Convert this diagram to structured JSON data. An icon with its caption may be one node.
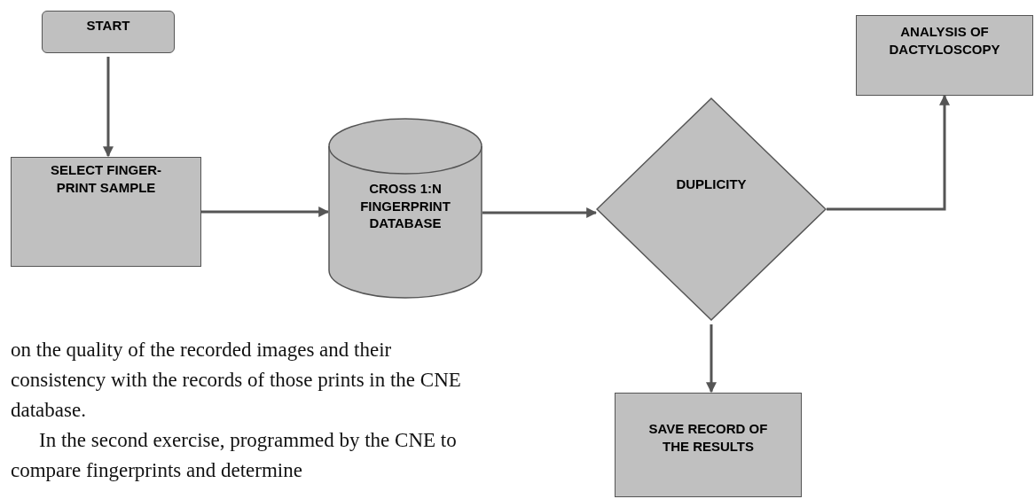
{
  "diagram": {
    "nodes": [
      {
        "text": [
          "START"
        ]
      },
      {
        "text": [
          "SELECT FINGER- PRINT SAMPLE"
        ]
      },
      {
        "text": [
          "CROSS 1:N FINGERPRINT DATABASE"
        ]
      },
      {
        "text": [
          "DUPLICITY"
        ]
      },
      {
        "text": [
          "ANALYSIS OF DACTYLOSCOPY"
        ]
      },
      {
        "text": [
          "SAVE RECORD OF THE RESULTS"
        ]
      }
    ],
    "edges": [
      {
        "from": 0,
        "to": 1,
        "arrow": "to"
      },
      {
        "from": 1,
        "to": 2,
        "arrow": "to"
      },
      {
        "from": 2,
        "to": 3,
        "arrow": "to"
      },
      {
        "from": 3,
        "to": 4,
        "arrow": "to"
      },
      {
        "from": 3,
        "to": 5,
        "arrow": "to"
      }
    ],
    "labels": [
      "on the quality of the recorded images and their consistency with the records of those prints in the CNE database.",
      "In the second exercise, programmed by the CNE to compare fingerprints and determine"
    ]
  }
}
